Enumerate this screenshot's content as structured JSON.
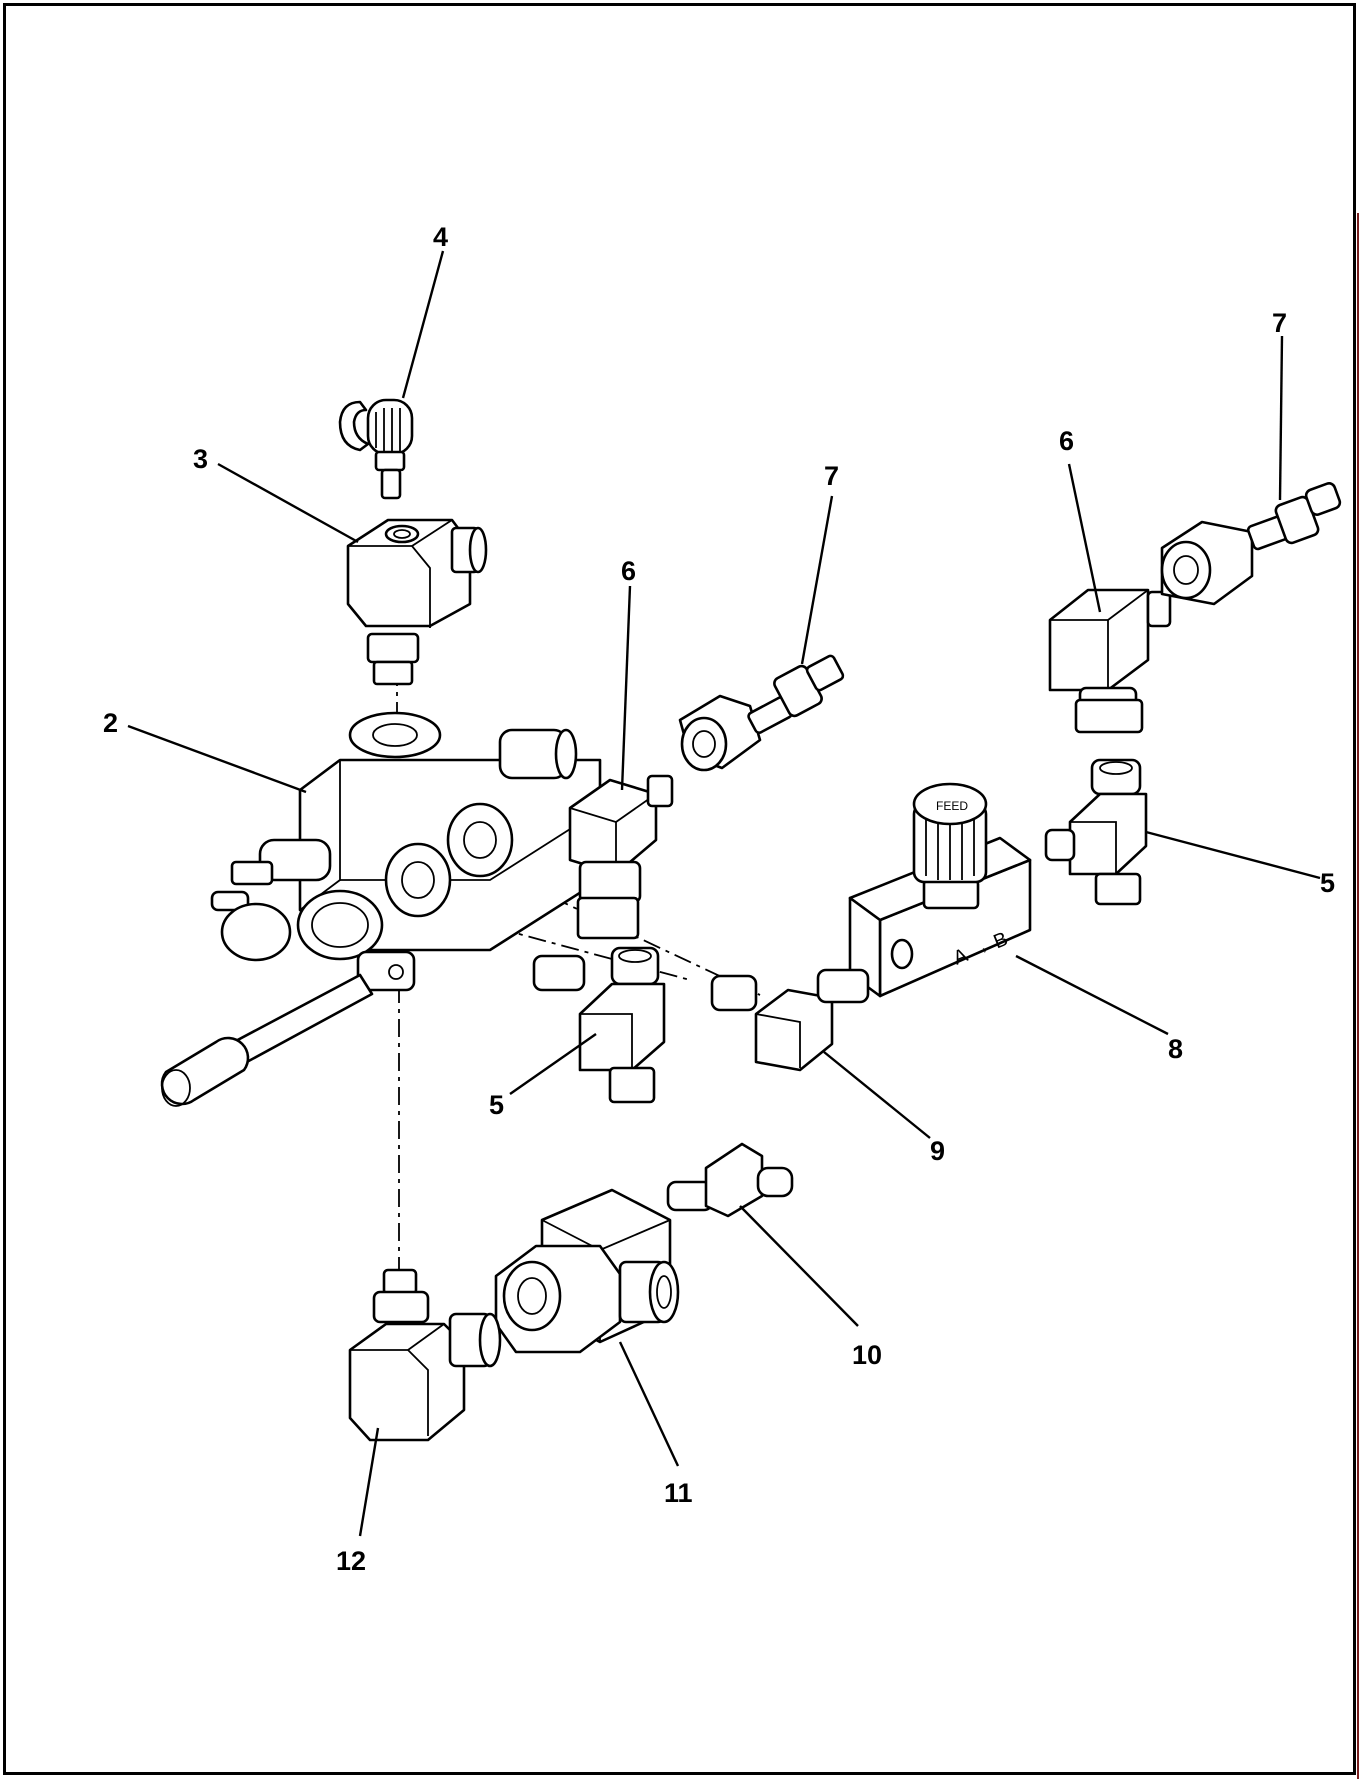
{
  "diagram": {
    "callouts": [
      {
        "id": "c4",
        "text": "4"
      },
      {
        "id": "c3",
        "text": "3"
      },
      {
        "id": "c2",
        "text": "2"
      },
      {
        "id": "c6a",
        "text": "6"
      },
      {
        "id": "c7a",
        "text": "7"
      },
      {
        "id": "c6b",
        "text": "6"
      },
      {
        "id": "c7b",
        "text": "7"
      },
      {
        "id": "c5a",
        "text": "5"
      },
      {
        "id": "c5b",
        "text": "5"
      },
      {
        "id": "c8",
        "text": "8"
      },
      {
        "id": "c9",
        "text": "9"
      },
      {
        "id": "c10",
        "text": "10"
      },
      {
        "id": "c11",
        "text": "11"
      },
      {
        "id": "c12",
        "text": "12"
      }
    ],
    "valve_marking": "A → B",
    "knob_marking": "FEED"
  },
  "colors": {
    "line": "#000000",
    "frame_edge": "#7a1f1f",
    "background": "#ffffff"
  }
}
